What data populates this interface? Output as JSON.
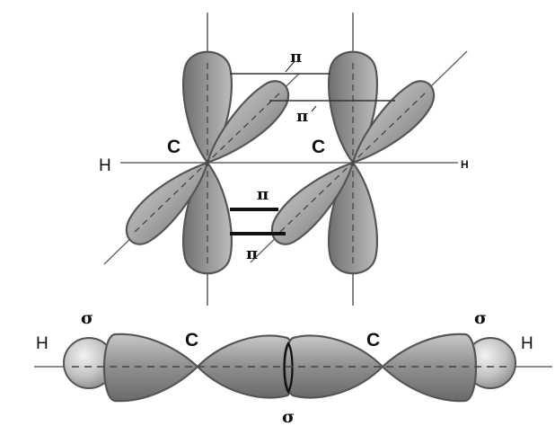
{
  "labels": {
    "top": {
      "carbon_left": "C",
      "carbon_right": "C",
      "hydrogen_left": "H",
      "hydrogen_right": "H",
      "pi_upper": "π",
      "pi_upper_inner": "π",
      "pi_lower_top": "π",
      "pi_lower_bottom": "π"
    },
    "bottom": {
      "hydrogen_left": "H",
      "hydrogen_right": "H",
      "carbon_left": "C",
      "carbon_right": "C",
      "sigma_left": "σ",
      "sigma_right": "σ",
      "sigma_center": "σ"
    }
  },
  "colors": {
    "lobe_fill": "#8a8a8a",
    "lobe_light": "#e8e8e8",
    "lobe_stroke": "#555555",
    "axis_line": "#666666",
    "dash_line": "#444444",
    "bond_line": "#111111"
  }
}
